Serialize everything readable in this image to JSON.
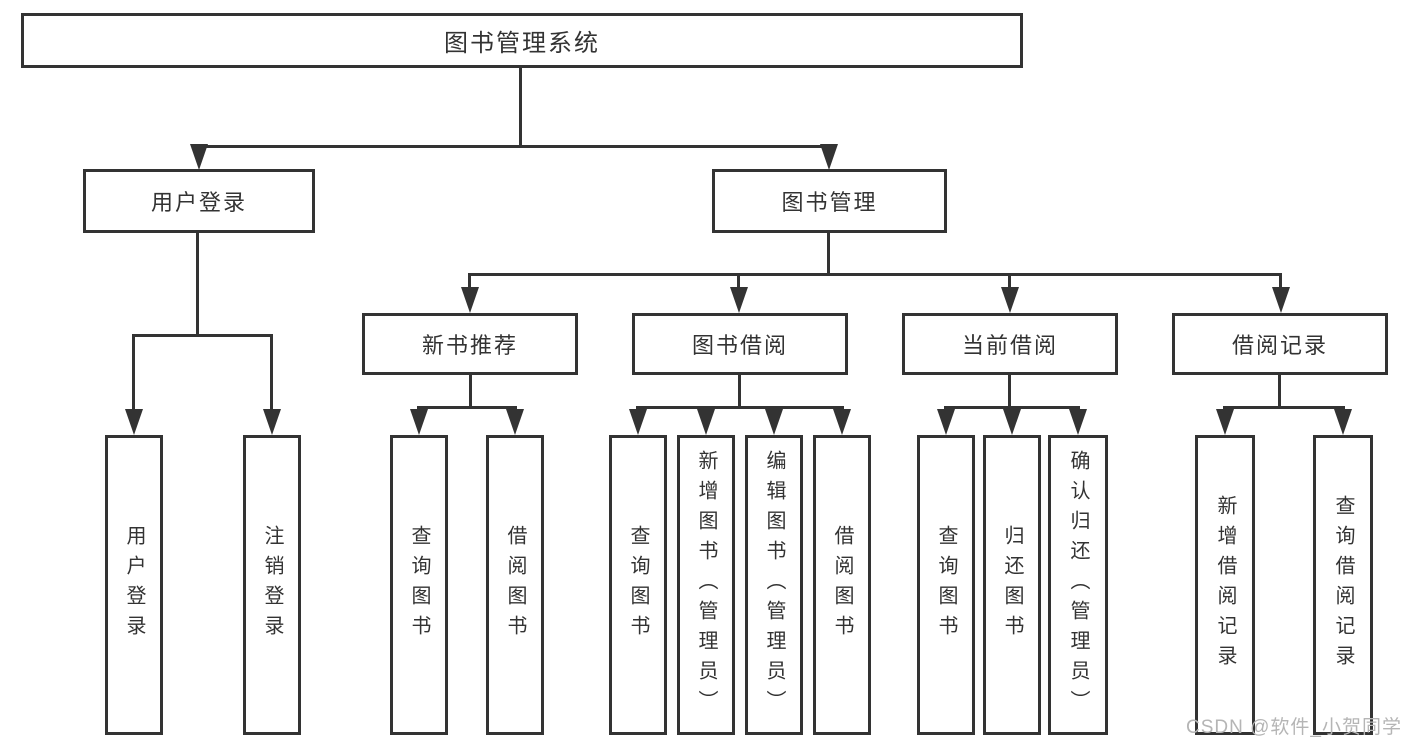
{
  "tree": {
    "label": "图书管理系统",
    "children": [
      {
        "label": "用户登录",
        "children": [
          {
            "label": "用户登录"
          },
          {
            "label": "注销登录"
          }
        ]
      },
      {
        "label": "图书管理",
        "children": [
          {
            "label": "新书推荐",
            "children": [
              {
                "label": "查询图书"
              },
              {
                "label": "借阅图书"
              }
            ]
          },
          {
            "label": "图书借阅",
            "children": [
              {
                "label": "查询图书"
              },
              {
                "label": "新增图书（管理员）"
              },
              {
                "label": "编辑图书（管理员）"
              },
              {
                "label": "借阅图书"
              }
            ]
          },
          {
            "label": "当前借阅",
            "children": [
              {
                "label": "查询图书"
              },
              {
                "label": "归还图书"
              },
              {
                "label": "确认归还（管理员）"
              }
            ]
          },
          {
            "label": "借阅记录",
            "children": [
              {
                "label": "新增借阅记录"
              },
              {
                "label": "查询借阅记录"
              }
            ]
          }
        ]
      }
    ]
  },
  "watermark": {
    "text": "CSDN @软件_小贺同学"
  },
  "colors": {
    "line": "#333333",
    "text": "#333333",
    "box_fill": "#ffffff",
    "watermark": "#b5b5b5",
    "background": "#ffffff"
  }
}
